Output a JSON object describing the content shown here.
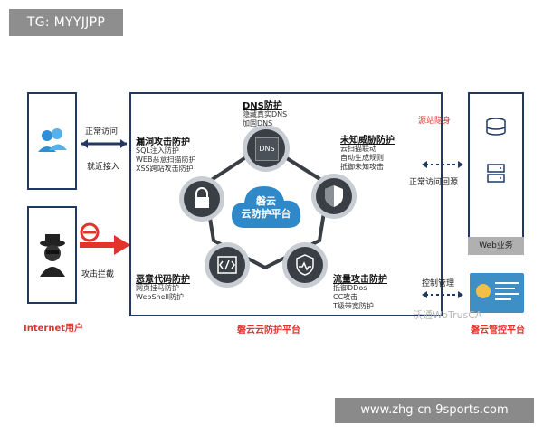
{
  "tg_badge": "TG: MYYJJPP",
  "internet_user_label": "Internet用户",
  "normal_access": "正常访问",
  "nearby_access": "就近接入",
  "attack_block": "攻击拦截",
  "platform_bottom_label": "磐云云防护平台",
  "cloud_title_1": "磐云",
  "cloud_title_2": "云防护平台",
  "dns": {
    "title": "DNS防护",
    "lines": [
      "隐藏真实DNS",
      "加固DNS"
    ],
    "icon_text": "DNS"
  },
  "vuln": {
    "title": "漏洞攻击防护",
    "lines": [
      "SQL注入防护",
      "WEB恶意扫描防护",
      "XSS跨站攻击防护"
    ]
  },
  "unknown": {
    "title": "未知威胁防护",
    "lines": [
      "云扫描联动",
      "自动生成规则",
      "抵御未知攻击"
    ]
  },
  "malicious": {
    "title": "恶意代码防护",
    "lines": [
      "网页挂马防护",
      "WebShell防护"
    ]
  },
  "traffic": {
    "title": "流量攻击防护",
    "lines": [
      "抵御DDos",
      "CC攻击",
      "T级带宽防护"
    ]
  },
  "origin_hide": "源站隐身",
  "origin_return": "正常访问回源",
  "web_business": "Web业务",
  "control_mgmt": "控制管理",
  "mgmt_platform": "磐云管控平台",
  "wm_ghost": "沃通WoTrusCA",
  "watermark": "www.zhg-cn-9sports.com",
  "colors": {
    "navy": "#1f3864",
    "red": "#e0342d",
    "node_dark": "#3a3f45",
    "node_ring": "#c7cdd3",
    "cloud": "#2f89c8",
    "accent_blue": "#3f8fc7"
  }
}
